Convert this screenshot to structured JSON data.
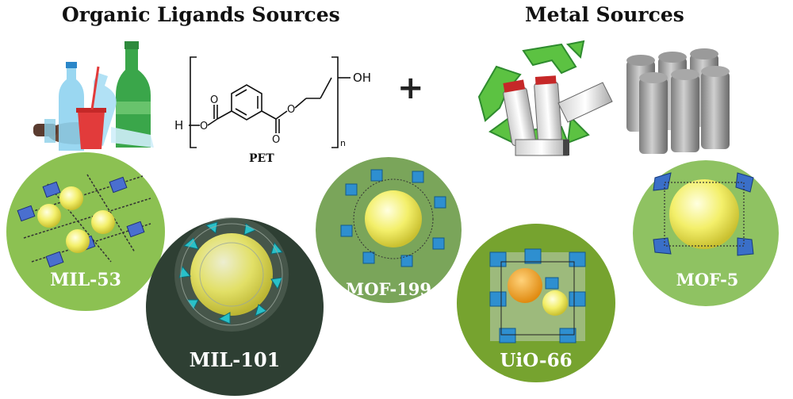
{
  "headings": {
    "organic": "Organic Ligands Sources",
    "metal": "Metal Sources"
  },
  "plus_sign": "+",
  "pet": {
    "name": "PET",
    "hydroxyl": "OH",
    "hydrogen": "H",
    "repeat_subscript": "n"
  },
  "colors": {
    "light_green": "#8cc152",
    "dark_green": "#2e3f33",
    "mid_green": "#7aa55a",
    "olive_green": "#76a32f",
    "pale_green": "#8fc262",
    "framework_blue": "#2e8fd0",
    "pore_yellow": "#f3ef6a"
  },
  "mofs": [
    {
      "id": "mil53",
      "label": "MIL-53",
      "color": "#8cc152"
    },
    {
      "id": "mil101",
      "label": "MIL-101",
      "color": "#2e3f33"
    },
    {
      "id": "mof199",
      "label": "MOF-199",
      "color": "#7aa55a"
    },
    {
      "id": "uio66",
      "label": "UiO-66",
      "color": "#76a32f"
    },
    {
      "id": "mof5",
      "label": "MOF-5",
      "color": "#8fc262"
    }
  ],
  "icons": {
    "plastic_waste": "plastic-bottles-icon",
    "recycle": "recycle-icon",
    "batteries": "battery-icon",
    "cans": "metal-cans-icon"
  }
}
